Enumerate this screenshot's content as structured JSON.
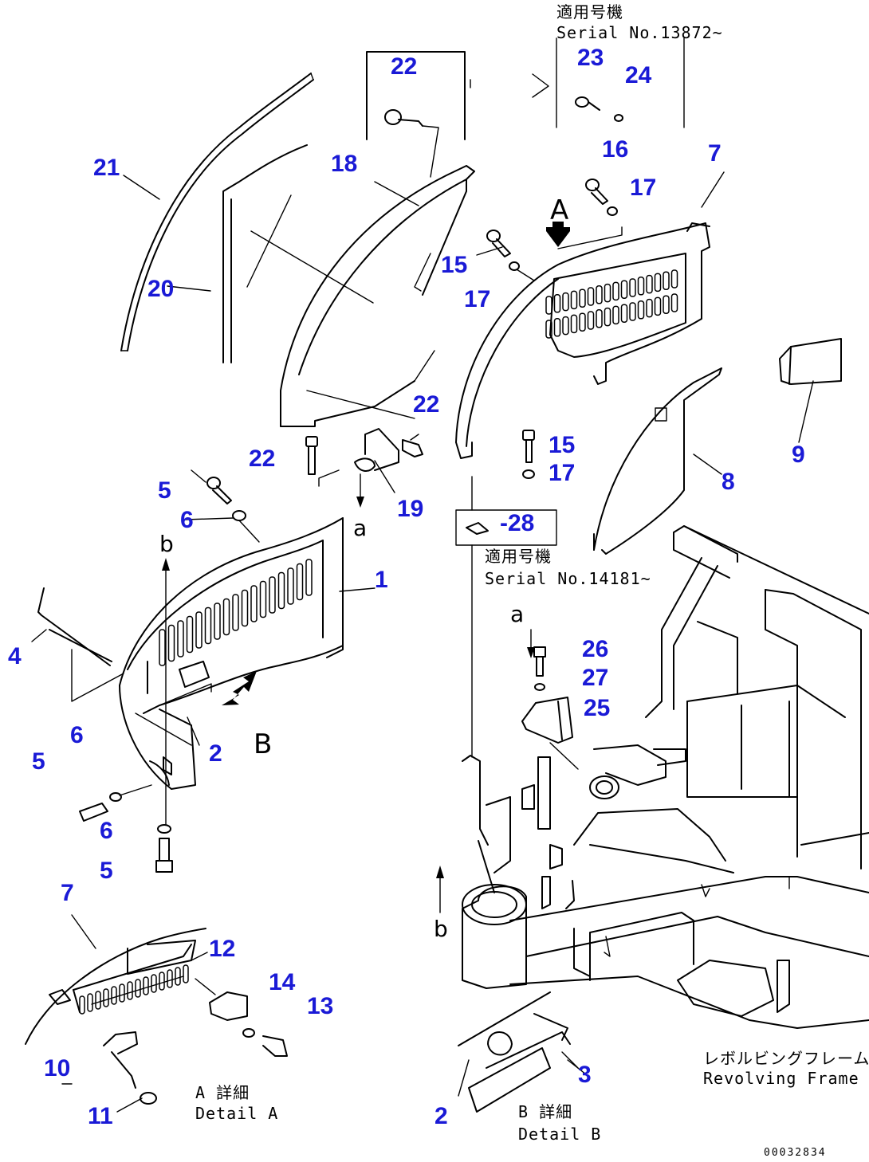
{
  "diagram": {
    "callouts": {
      "c1": "1",
      "c2a": "2",
      "c2b": "2",
      "c3": "3",
      "c4": "4",
      "c5a": "5",
      "c5b": "5",
      "c5c": "5",
      "c6a": "6",
      "c6b": "6",
      "c6c": "6",
      "c7a": "7",
      "c7b": "7",
      "c8": "8",
      "c9": "9",
      "c10": "10",
      "c11": "11",
      "c12": "12",
      "c13": "13",
      "c14": "14",
      "c15a": "15",
      "c15b": "15",
      "c16": "16",
      "c17a": "17",
      "c17b": "17",
      "c17c": "17",
      "c18": "18",
      "c19": "19",
      "c20": "20",
      "c21": "21",
      "c22a": "22",
      "c22b": "22",
      "c22c": "22",
      "c23": "23",
      "c24": "24",
      "c25": "25",
      "c26": "26",
      "c27": "27",
      "c28": "-28"
    },
    "notes": {
      "serial_top_jp": "適用号機",
      "serial_top_en": "Serial No.13872~",
      "serial_mid_jp": "適用号機",
      "serial_mid_en": "Serial No.14181~",
      "detail_a_jp": "A 詳細",
      "detail_a_en": "Detail A",
      "detail_b_jp": "B 詳細",
      "detail_b_en": "Detail B",
      "frame_jp": "レボルビングフレーム",
      "frame_en": "Revolving Frame"
    },
    "view_letters": {
      "view_a": "A",
      "view_b": "B",
      "ref_a_top": "a",
      "ref_a_mid": "a",
      "ref_b_top": "b",
      "ref_b_low": "b"
    },
    "drawing_id": "00032834",
    "colors": {
      "callout": "#1a1ad6",
      "linework": "#000000",
      "background": "#ffffff"
    }
  }
}
